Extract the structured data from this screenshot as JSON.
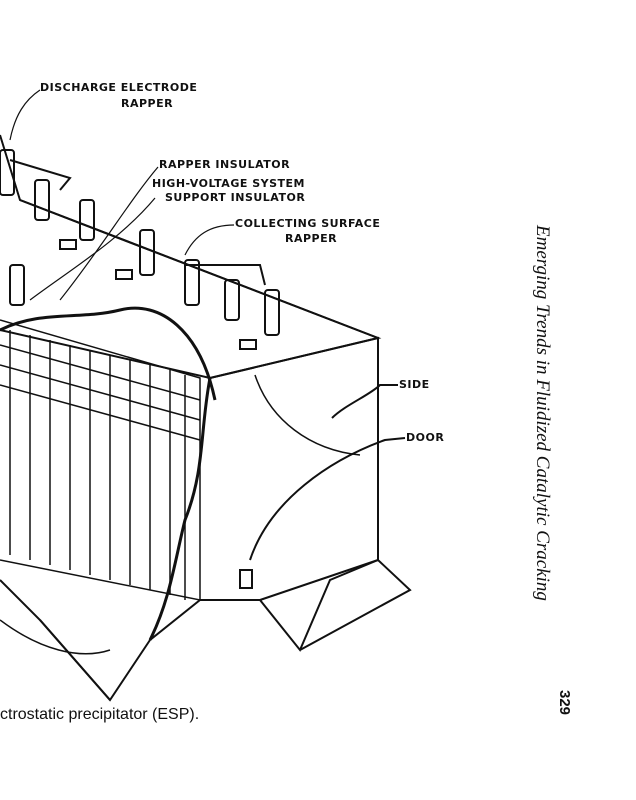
{
  "figure": {
    "labels": {
      "discharge_electrode_rapper": [
        "DISCHARGE ELECTRODE",
        "RAPPER"
      ],
      "rapper_insulator": "RAPPER INSULATOR",
      "hv_support_insulator": [
        "HIGH-VOLTAGE SYSTEM",
        "SUPPORT INSULATOR"
      ],
      "collecting_surface_rapper": [
        "COLLECTING SURFACE",
        "RAPPER"
      ],
      "side": "SIDE",
      "door": "DOOR"
    },
    "caption": "ctrostatic precipitator (ESP)."
  },
  "running_header": "Emerging Trends in Fluidized Catalytic Cracking",
  "page_number": "329"
}
